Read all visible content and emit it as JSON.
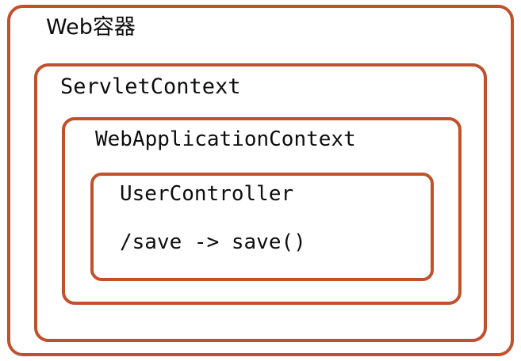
{
  "diagram": {
    "type": "nested-containers",
    "title": "Web容器 nesting diagram",
    "border_color": "#c0512c",
    "text_color": "#0d0d0d",
    "background_color": "#ffffff",
    "levels": [
      {
        "level": 1,
        "label": "Web容器"
      },
      {
        "level": 2,
        "label": "ServletContext"
      },
      {
        "level": 3,
        "label": "WebApplicationContext"
      },
      {
        "level": 4,
        "label": "UserController",
        "mapping": "/save -> save()"
      }
    ]
  }
}
